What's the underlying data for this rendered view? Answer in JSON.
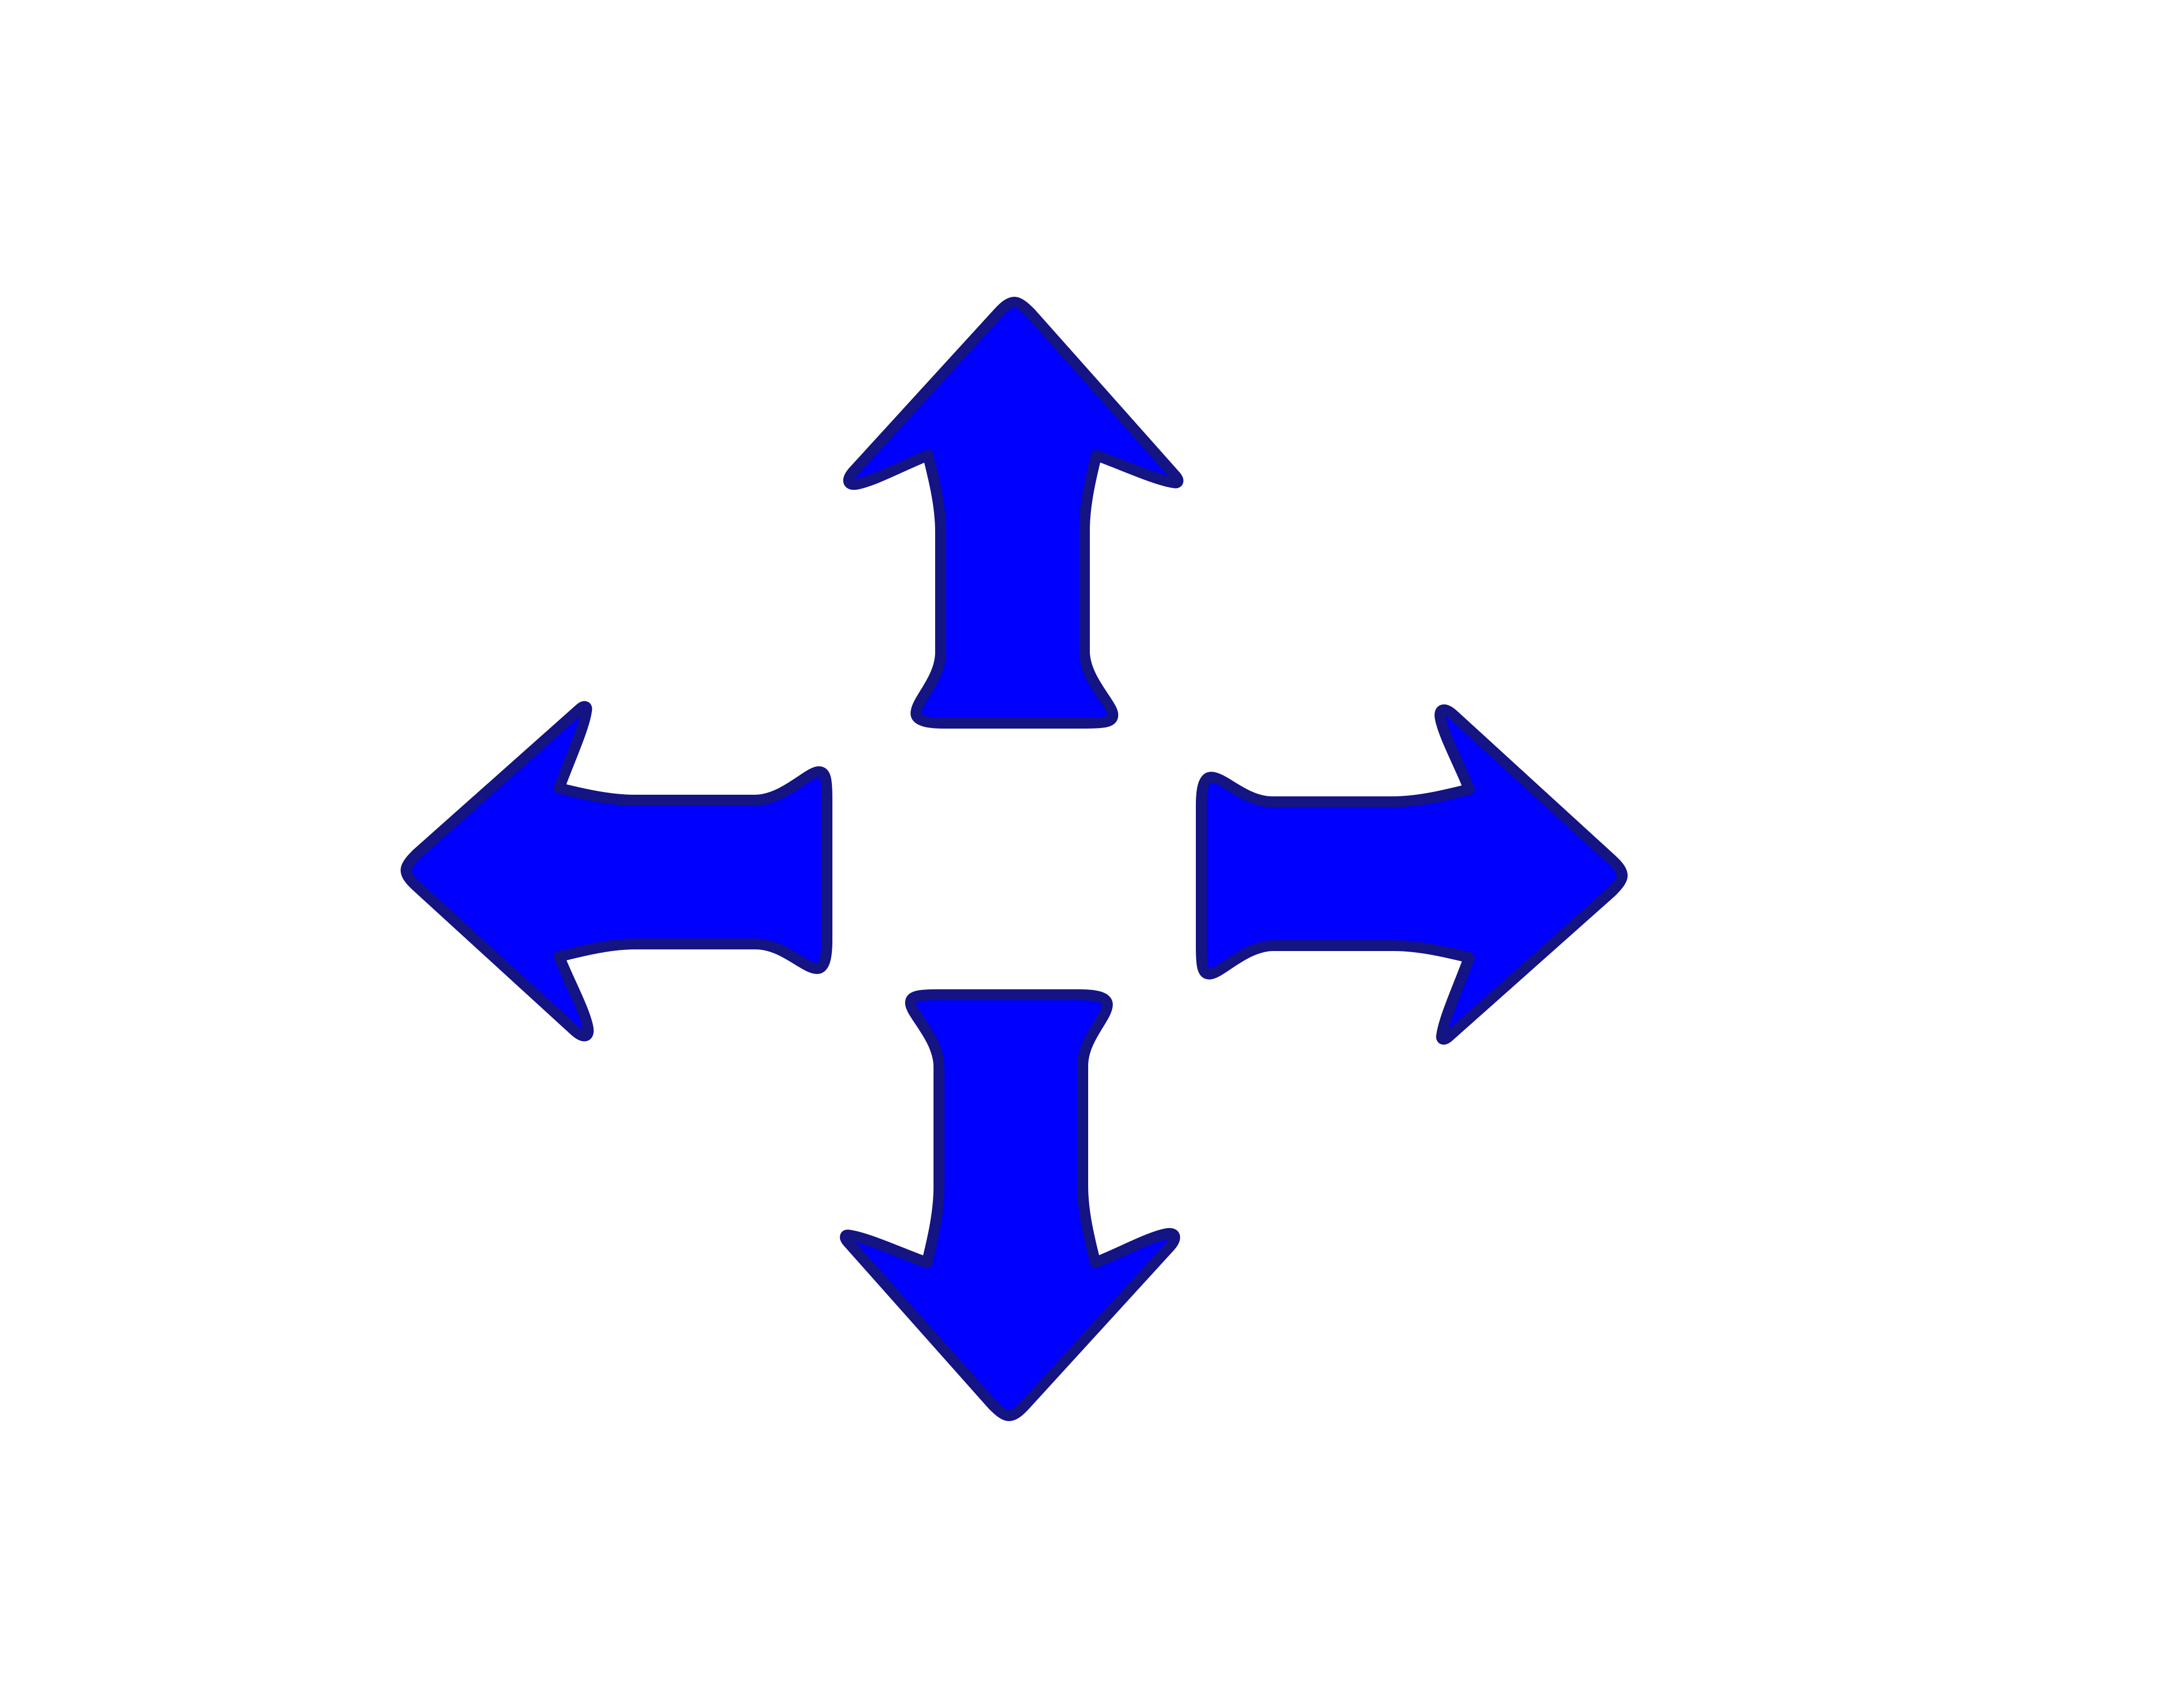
{
  "background_color": "#ffffff",
  "arrows": [
    {
      "name": "arrow-up-icon",
      "direction": "up"
    },
    {
      "name": "arrow-right-icon",
      "direction": "right"
    },
    {
      "name": "arrow-down-icon",
      "direction": "down"
    },
    {
      "name": "arrow-left-icon",
      "direction": "left"
    }
  ],
  "colors": {
    "arrow_fill": "#0000ff",
    "arrow_stroke": "#141482"
  }
}
